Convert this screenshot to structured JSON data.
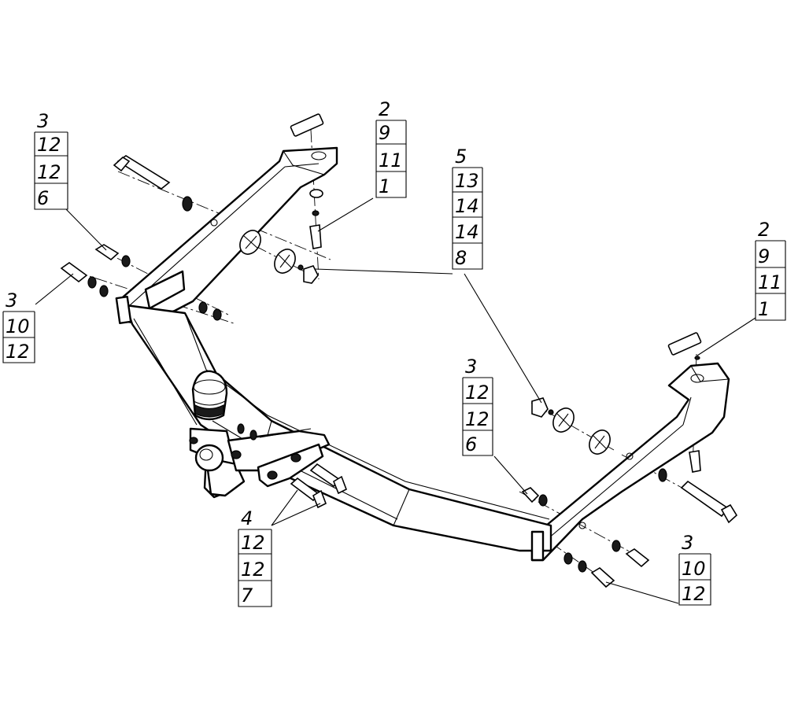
{
  "callouts": [
    {
      "id": "upper-left",
      "numbers": [
        "3",
        "12",
        "12",
        "6"
      ]
    },
    {
      "id": "left",
      "numbers": [
        "3",
        "10",
        "12"
      ]
    },
    {
      "id": "top-center",
      "numbers": [
        "2",
        "9",
        "11",
        "1"
      ]
    },
    {
      "id": "center",
      "numbers": [
        "5",
        "13",
        "14",
        "14",
        "8"
      ]
    },
    {
      "id": "right",
      "numbers": [
        "2",
        "9",
        "11",
        "1"
      ]
    },
    {
      "id": "mid-right",
      "numbers": [
        "3",
        "12",
        "12",
        "6"
      ]
    },
    {
      "id": "bottom-left",
      "numbers": [
        "4",
        "12",
        "12",
        "7"
      ]
    },
    {
      "id": "bottom-right",
      "numbers": [
        "3",
        "10",
        "12"
      ]
    }
  ]
}
